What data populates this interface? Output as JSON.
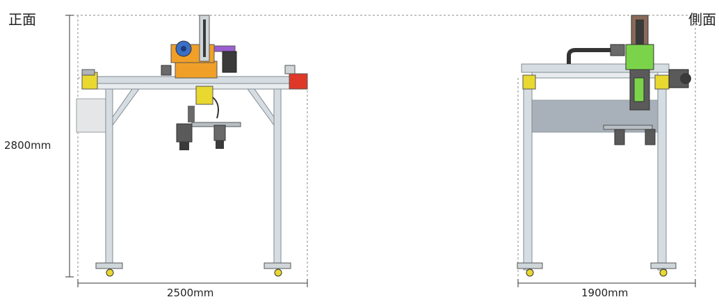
{
  "labels": {
    "front_view": "正面",
    "side_view": "側面",
    "height": "2800mm",
    "front_width": "2500mm",
    "side_width": "1900mm"
  },
  "colors": {
    "background": "#ffffff",
    "frame": "#d6dde2",
    "frame_edge": "#7f8a90",
    "dimension_line": "#333333",
    "orange": "#f0a028",
    "yellow": "#e8d830",
    "red": "#e03828",
    "green": "#7bd34a",
    "purple": "#9a5fd0",
    "blue": "#3a6fc8",
    "dark": "#3a3a3a",
    "side_panel": "#9aa3ad"
  }
}
